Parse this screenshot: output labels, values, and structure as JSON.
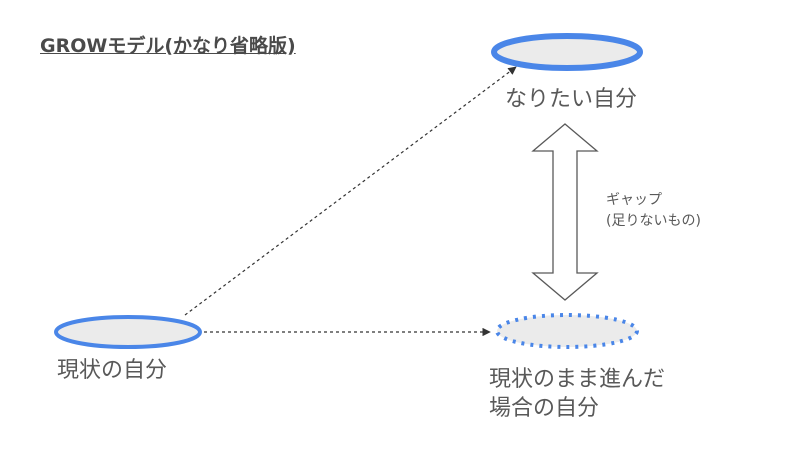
{
  "title": "GROWモデル(かなり省略版)",
  "nodes": {
    "ideal": {
      "label": "なりたい自分"
    },
    "current": {
      "label": "現状の自分"
    },
    "future": {
      "label_line1": "現状のまま進んだ",
      "label_line2": "場合の自分"
    }
  },
  "gap": {
    "line1": "ギャップ",
    "line2": "(足りないもの)"
  },
  "colors": {
    "ellipse_fill": "#ebebeb",
    "ellipse_stroke": "#4a86e8",
    "arrow_line": "#333333",
    "gap_arrow_stroke": "#595959"
  }
}
